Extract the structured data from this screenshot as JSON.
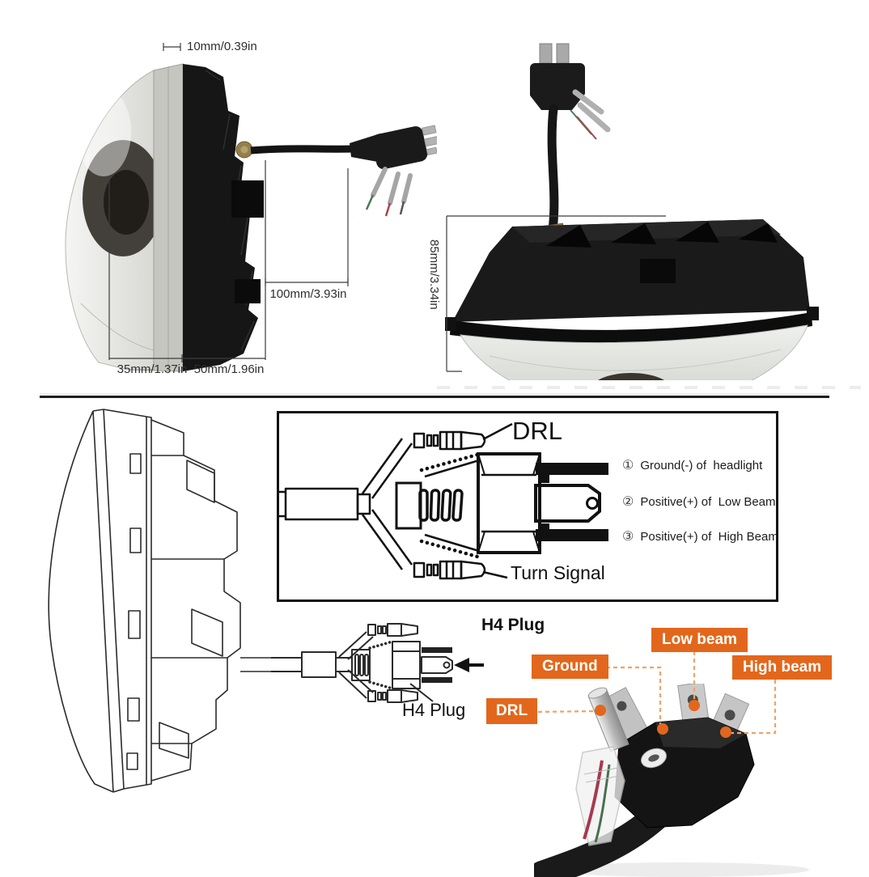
{
  "image_title": "7 inch LED headlight dimensions and H4 wiring diagram",
  "top": {
    "side_view": {
      "dim_tab_width": "10mm/0.39in",
      "dim_body_depth": "100mm/3.93in",
      "dim_lens_depth": "35mm/1.37in",
      "dim_housing_depth": "50mm/1.96in"
    },
    "back_view": {
      "dim_height": "85mm/3.34in"
    }
  },
  "wiring_diagram": {
    "drl_label": "DRL",
    "turn_signal_label": "Turn Signal",
    "pins": [
      {
        "marker": "①",
        "label": "Ground(-) of  headlight"
      },
      {
        "marker": "②",
        "label": "Positive(+) of  Low Beam"
      },
      {
        "marker": "③",
        "label": "Positive(+) of  High Beam"
      }
    ]
  },
  "h4_line_drawing": {
    "plug_label": "H4 Plug"
  },
  "h4_photo": {
    "heading": "H4 Plug",
    "tag_ground": "Ground",
    "tag_low_beam": "Low beam",
    "tag_high_beam": "High beam",
    "tag_drl": "DRL",
    "accent_color": "#e2671c"
  }
}
